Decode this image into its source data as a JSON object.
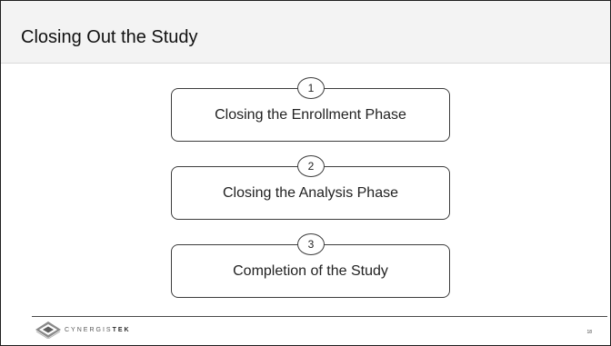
{
  "slide": {
    "title": "Closing Out the Study",
    "page_number": "18"
  },
  "steps": [
    {
      "number": "1",
      "label": "Closing the Enrollment Phase"
    },
    {
      "number": "2",
      "label": "Closing the Analysis Phase"
    },
    {
      "number": "3",
      "label": "Completion of the Study"
    }
  ],
  "logo": {
    "text_light": "CYNERGIS",
    "text_bold": "TEK",
    "icon": "cynergistek-logo-mark"
  }
}
